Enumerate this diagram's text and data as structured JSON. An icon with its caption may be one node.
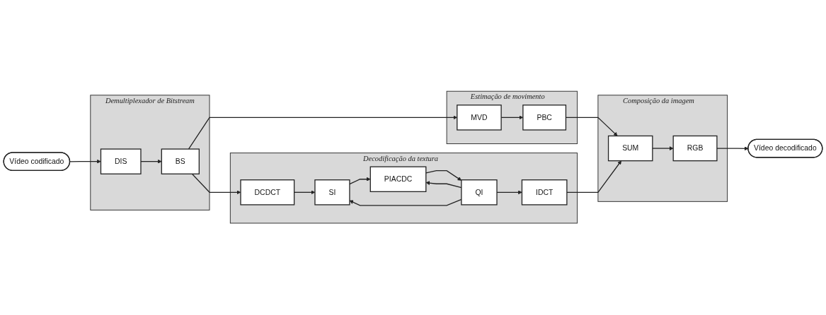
{
  "diagram": {
    "nodes": [
      {
        "text": [
          "Vídeo codificado"
        ]
      },
      {
        "text": [
          "Demultiplexador de Bitstream"
        ]
      },
      {
        "text": [
          "DIS"
        ],
        "in": 1
      },
      {
        "text": [
          "BS"
        ],
        "in": 1
      },
      {
        "text": [
          "Estimação de movimento"
        ]
      },
      {
        "text": [
          "MVD"
        ],
        "in": 4
      },
      {
        "text": [
          "PBC"
        ],
        "in": 4
      },
      {
        "text": [
          "Composição da imagem"
        ]
      },
      {
        "text": [
          "SUM"
        ],
        "in": 7
      },
      {
        "text": [
          "RGB"
        ],
        "in": 7
      },
      {
        "text": [
          "Vídeo decodificado"
        ]
      },
      {
        "text": [
          "Decodificação da textura"
        ]
      },
      {
        "text": [
          "DCDCT"
        ],
        "in": 11
      },
      {
        "text": [
          "SI"
        ],
        "in": 11
      },
      {
        "text": [
          "QI"
        ],
        "in": 11
      },
      {
        "text": [
          "IDCT"
        ],
        "in": 11
      },
      {
        "text": [
          "PIACDC"
        ],
        "in": 11
      }
    ],
    "edges": [
      {
        "from": 0,
        "to": 2,
        "arrow": "to"
      },
      {
        "from": 2,
        "to": 3,
        "arrow": "to"
      },
      {
        "from": 3,
        "to": 5,
        "arrow": "to"
      },
      {
        "from": 5,
        "to": 6,
        "arrow": "to"
      },
      {
        "from": 6,
        "to": 8,
        "arrow": "to"
      },
      {
        "from": 8,
        "to": 9,
        "arrow": "to"
      },
      {
        "from": 9,
        "to": 10,
        "arrow": "to"
      },
      {
        "from": 3,
        "to": 12,
        "arrow": "to"
      },
      {
        "from": 12,
        "to": 13,
        "arrow": "to"
      },
      {
        "from": 14,
        "to": 13,
        "arrow": "to"
      },
      {
        "from": 14,
        "to": 15,
        "arrow": "to"
      },
      {
        "from": 15,
        "to": 8,
        "arrow": "to"
      },
      {
        "from": 13,
        "to": 16,
        "arrow": "to"
      },
      {
        "from": 16,
        "to": 14,
        "arrow": "to"
      },
      {
        "from": 14,
        "to": 16,
        "arrow": "to"
      }
    ]
  }
}
